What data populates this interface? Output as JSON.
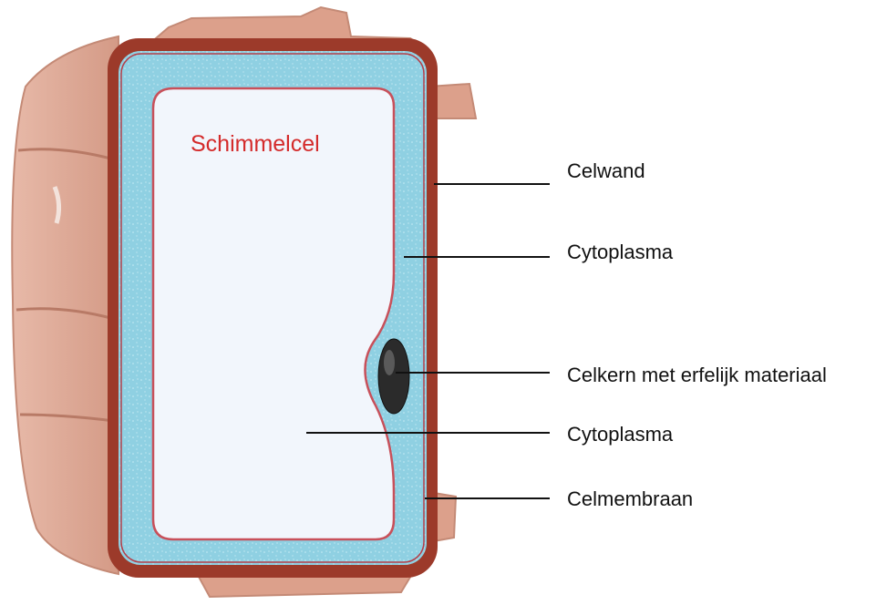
{
  "diagram": {
    "title": "Schimmelcel",
    "labels": [
      "Celwand",
      "Cytoplasma",
      "Celkern met erfelijk materiaal",
      "Cytoplasma",
      "Celmembraan"
    ]
  },
  "colors": {
    "title": "#d42b2b",
    "cell_wall": "#9c3a2a",
    "neighbor_cells": "#d9a08c",
    "cytoplasm": "#8fd0e2",
    "vacuole": "#f2f6fc",
    "membrane": "#c8505a",
    "nucleus": "#2b2b2b",
    "leader_lines": "#111111"
  }
}
